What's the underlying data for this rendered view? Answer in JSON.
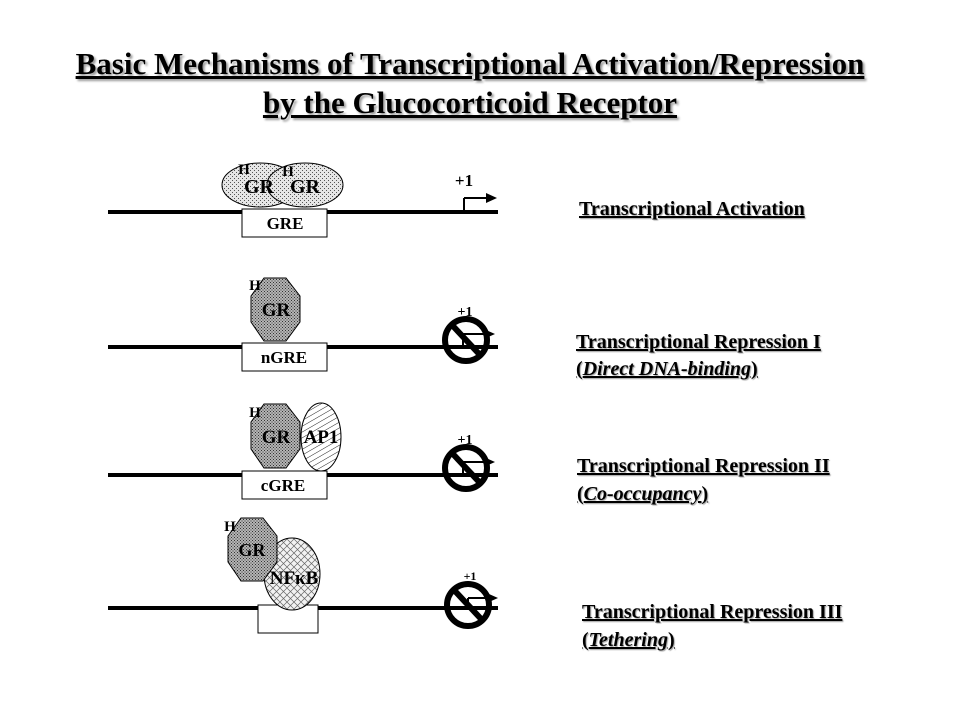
{
  "title": {
    "line1": "Basic Mechanisms of Transcriptional Activation/Repression",
    "line2": "by the Glucocorticoid Receptor"
  },
  "panels": [
    {
      "ligand": "H",
      "ligand2": "H",
      "receptor": "GR",
      "receptor2": "GR",
      "element": "GRE",
      "start_site": "+1",
      "blocked": false,
      "caption": "Transcriptional Activation"
    },
    {
      "ligand": "H",
      "receptor": "GR",
      "element": "nGRE",
      "start_site": "+1",
      "blocked": true,
      "caption": "Transcriptional Repression I",
      "caption_sub": "Direct DNA-binding"
    },
    {
      "ligand": "H",
      "receptor": "GR",
      "partner": "AP1",
      "element": "cGRE",
      "start_site": "+1",
      "blocked": true,
      "caption": "Transcriptional Repression II",
      "caption_sub": "Co-occupancy"
    },
    {
      "ligand": "H",
      "receptor": "GR",
      "partner": "NFκB",
      "element": "",
      "start_site": "+1",
      "blocked": true,
      "caption": "Transcriptional Repression III",
      "caption_sub": "Tethering"
    }
  ],
  "icons": [
    "no-symbol-icon",
    "transcription-start-arrow-icon"
  ]
}
